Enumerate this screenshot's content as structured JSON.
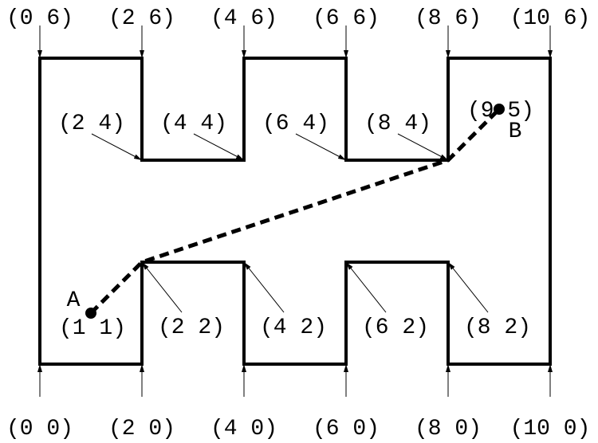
{
  "title": "Polygon with shortest path from A to B",
  "polygon": [
    [
      0,
      0
    ],
    [
      0,
      6
    ],
    [
      2,
      6
    ],
    [
      2,
      4
    ],
    [
      4,
      4
    ],
    [
      4,
      6
    ],
    [
      6,
      6
    ],
    [
      6,
      4
    ],
    [
      8,
      4
    ],
    [
      8,
      6
    ],
    [
      10,
      6
    ],
    [
      10,
      0
    ],
    [
      8,
      0
    ],
    [
      8,
      2
    ],
    [
      6,
      2
    ],
    [
      6,
      0
    ],
    [
      4,
      0
    ],
    [
      4,
      2
    ],
    [
      2,
      2
    ],
    [
      2,
      0
    ]
  ],
  "path": [
    [
      1,
      1
    ],
    [
      2,
      2
    ],
    [
      8,
      4
    ],
    [
      9,
      5
    ]
  ],
  "points": {
    "A": {
      "label": "A",
      "coord_label": "(1 1)",
      "xy": [
        1,
        1
      ]
    },
    "B": {
      "label": "B",
      "coord_label": "(9 5)",
      "xy": [
        9,
        5
      ]
    }
  },
  "vertex_labels": [
    {
      "text": "(0 6)",
      "xy": [
        0,
        6
      ],
      "pos": "top"
    },
    {
      "text": "(2 6)",
      "xy": [
        2,
        6
      ],
      "pos": "top"
    },
    {
      "text": "(4 6)",
      "xy": [
        4,
        6
      ],
      "pos": "top"
    },
    {
      "text": "(6 6)",
      "xy": [
        6,
        6
      ],
      "pos": "top"
    },
    {
      "text": "(8 6)",
      "xy": [
        8,
        6
      ],
      "pos": "top"
    },
    {
      "text": "(10 6)",
      "xy": [
        10,
        6
      ],
      "pos": "top"
    },
    {
      "text": "(0 0)",
      "xy": [
        0,
        0
      ],
      "pos": "bottom"
    },
    {
      "text": "(2 0)",
      "xy": [
        2,
        0
      ],
      "pos": "bottom"
    },
    {
      "text": "(4 0)",
      "xy": [
        4,
        0
      ],
      "pos": "bottom"
    },
    {
      "text": "(6 0)",
      "xy": [
        6,
        0
      ],
      "pos": "bottom"
    },
    {
      "text": "(8 0)",
      "xy": [
        8,
        0
      ],
      "pos": "bottom"
    },
    {
      "text": "(10 0)",
      "xy": [
        10,
        0
      ],
      "pos": "bottom"
    },
    {
      "text": "(2 4)",
      "xy": [
        2,
        4
      ],
      "pos": "upper-left"
    },
    {
      "text": "(4 4)",
      "xy": [
        4,
        4
      ],
      "pos": "upper-left"
    },
    {
      "text": "(6 4)",
      "xy": [
        6,
        4
      ],
      "pos": "upper-left"
    },
    {
      "text": "(8 4)",
      "xy": [
        8,
        4
      ],
      "pos": "upper-left"
    },
    {
      "text": "(2 2)",
      "xy": [
        2,
        2
      ],
      "pos": "lower-right"
    },
    {
      "text": "(4 2)",
      "xy": [
        4,
        2
      ],
      "pos": "lower-right"
    },
    {
      "text": "(6 2)",
      "xy": [
        6,
        2
      ],
      "pos": "lower-right"
    },
    {
      "text": "(8 2)",
      "xy": [
        8,
        2
      ],
      "pos": "lower-right"
    }
  ]
}
